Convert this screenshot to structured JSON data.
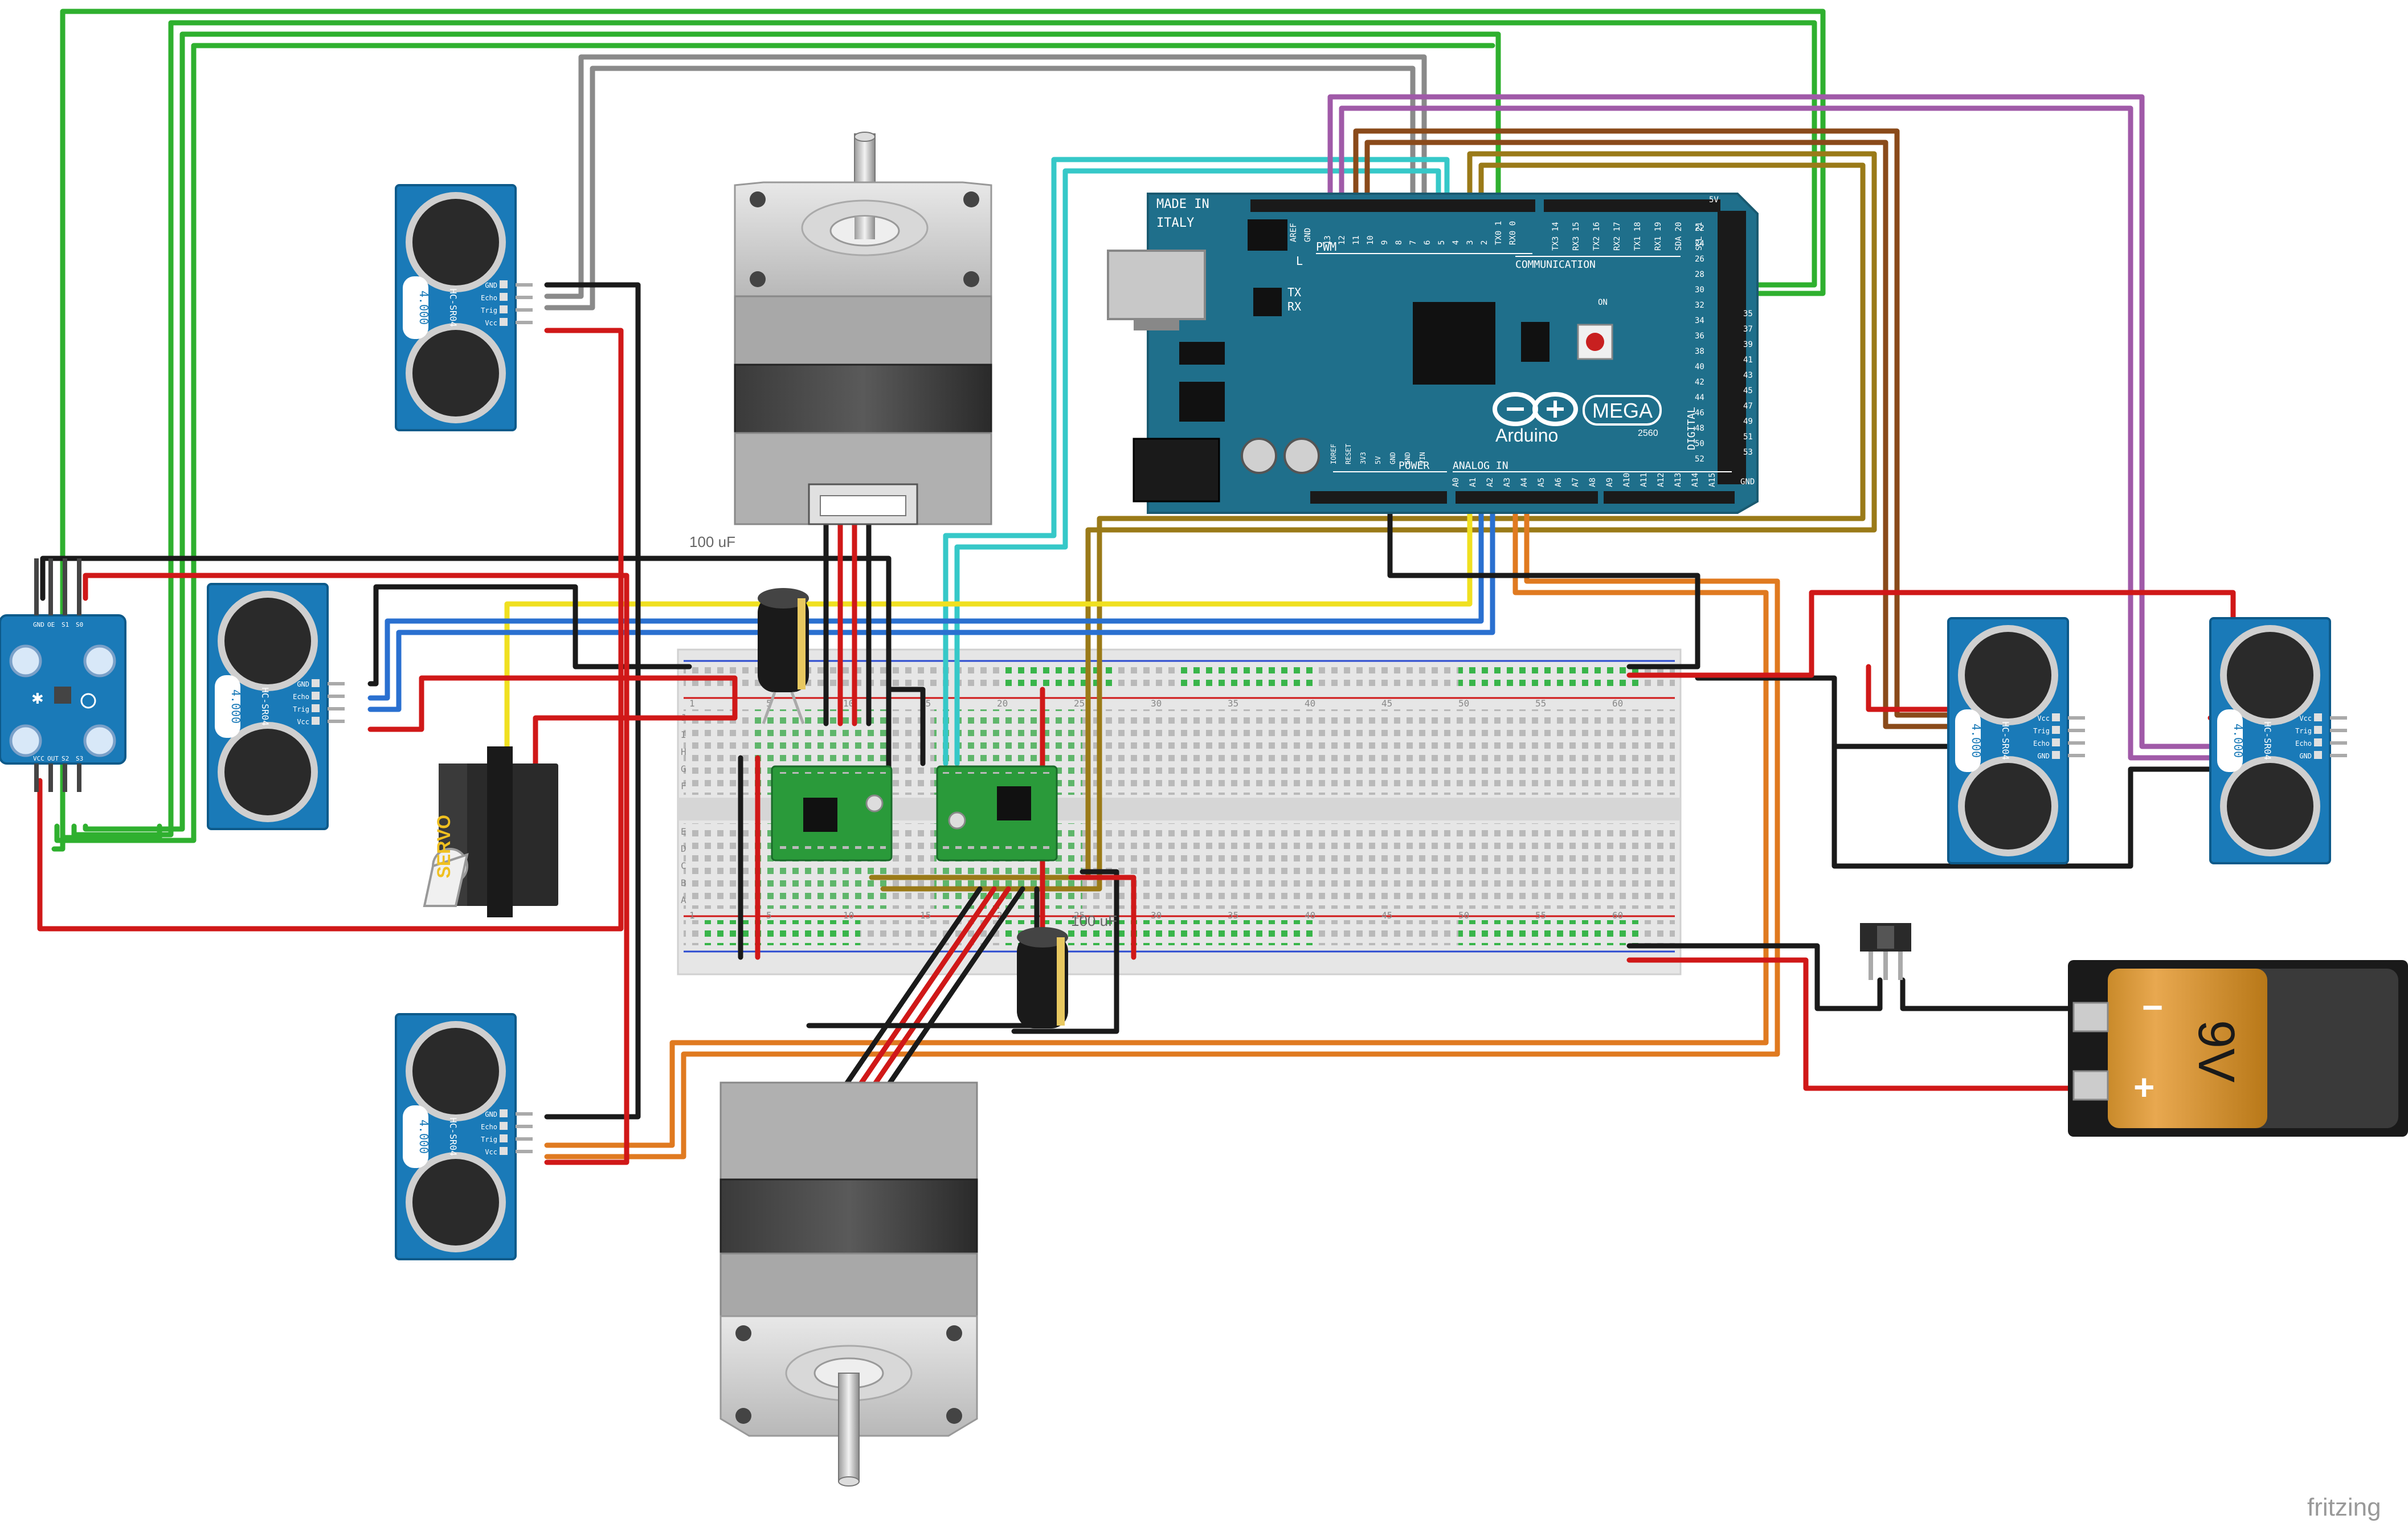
{
  "colors": {
    "green": "#2fb02f",
    "gray": "#8a8a8a",
    "cyan": "#36c8c8",
    "purple": "#a05aa8",
    "brown": "#8a4a1a",
    "olive": "#9a7a18",
    "orange": "#e07a20",
    "red": "#d01818",
    "black": "#1a1a1a",
    "yellow": "#f0e020",
    "blue": "#2a70d0",
    "pcb_blue": "#1a7ab8",
    "arduino_teal": "#1f6f8b",
    "driver_green": "#2a9a3a"
  },
  "sensor": {
    "crystal_label": "4.000",
    "model_label": "HC-SR04",
    "pins_left": [
      "GND",
      "Echo",
      "Trig",
      "Vcc"
    ],
    "pins_right": [
      "Vcc",
      "Trig",
      "Echo",
      "GND"
    ]
  },
  "arduino": {
    "made_in": "MADE IN",
    "italy": "ITALY",
    "pwm": "PWM",
    "l": "L",
    "tx": "TX",
    "rx": "RX",
    "on": "ON",
    "aref": "AREF",
    "gnd": "GND",
    "communication": "COMMUNICATION",
    "brand": "Arduino",
    "model": "MEGA",
    "chip": "2560",
    "power": "POWER",
    "analog_in": "ANALOG IN",
    "digital": "DIGITAL",
    "top_pins": [
      "13",
      "12",
      "11",
      "10",
      "9",
      "8",
      "7",
      "6",
      "5",
      "4",
      "3",
      "2",
      "TX0 1",
      "RX0 0"
    ],
    "comm_pins": [
      "TX3 14",
      "RX3 15",
      "TX2 16",
      "RX2 17",
      "TX1 18",
      "RX1 19",
      "SDA 20",
      "SCL 21"
    ],
    "power_pins": [
      "IOREF",
      "RESET",
      "3V3",
      "5V",
      "GND",
      "GND",
      "VIN"
    ],
    "analog_pins": [
      "A0",
      "A1",
      "A2",
      "A3",
      "A4",
      "A5",
      "A6",
      "A7",
      "A8",
      "A9",
      "A10",
      "A11",
      "A12",
      "A13",
      "A14",
      "A15"
    ],
    "side_left_pins": [
      "22",
      "24",
      "26",
      "28",
      "30",
      "32",
      "34",
      "36",
      "38",
      "40",
      "42",
      "44",
      "46",
      "48",
      "50",
      "52"
    ],
    "side_right_pins": [
      "35",
      "37",
      "39",
      "41",
      "43",
      "45",
      "47",
      "49",
      "51",
      "53"
    ],
    "side_top": "5V",
    "side_bottom": "GND"
  },
  "servo": {
    "label": "SERVO"
  },
  "capacitors": {
    "top_label": "100 uF",
    "bottom_label": "100 uF"
  },
  "battery": {
    "label": "9V",
    "minus": "−",
    "plus": "+"
  },
  "breadboard": {
    "col_numbers": [
      "1",
      "5",
      "10",
      "15",
      "20",
      "25",
      "30",
      "35",
      "40",
      "45",
      "50",
      "55",
      "60"
    ],
    "row_letters_top": [
      "J",
      "I",
      "H",
      "G",
      "F"
    ],
    "row_letters_bottom": [
      "E",
      "D",
      "C",
      "B",
      "A"
    ]
  },
  "color_sensor": {
    "pins_top": [
      "GND",
      "OE",
      "S1",
      "S0"
    ],
    "pins_bottom": [
      "VCC",
      "OUT",
      "S2",
      "S3"
    ]
  },
  "watermark": "fritzing"
}
